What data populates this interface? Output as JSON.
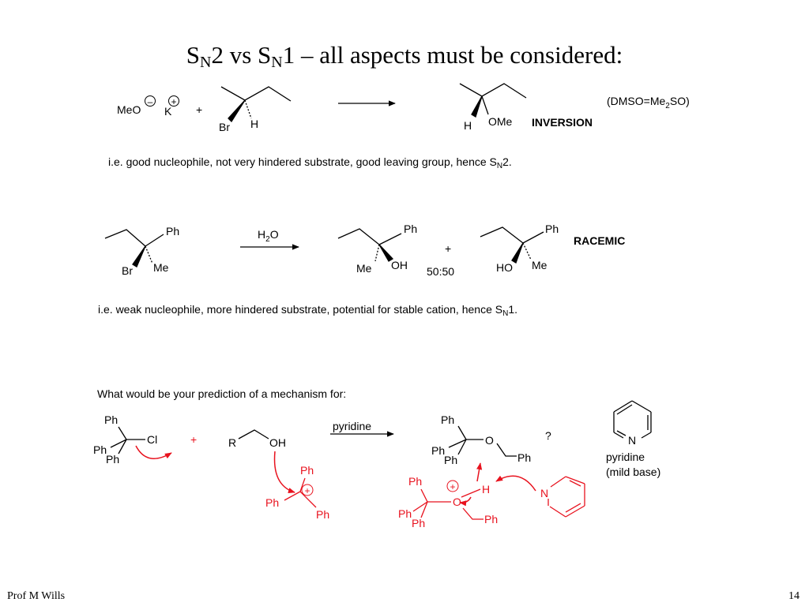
{
  "slide": {
    "title": {
      "part1": "S",
      "sub1": "N",
      "part2": "2 vs S",
      "sub2": "N",
      "part3": "1 – all aspects must be considered:"
    },
    "footer_left": "Prof M Wills",
    "page_number": "14"
  },
  "reaction1": {
    "reagent": "MeO",
    "charge_minus": "–",
    "counterion": "K",
    "charge_plus": "+",
    "plus": "+",
    "substrate_leaving_group": "Br",
    "substrate_h": "H",
    "product_h": "H",
    "product_nucleophile": "OMe",
    "outcome": "INVERSION",
    "solvent": "(DMSO=Me",
    "solvent_sub": "2",
    "solvent_end": "SO)",
    "explanation_pre": "i.e. good nucleophile, not very hindered substrate, good leaving group, hence S",
    "explanation_sub": "N",
    "explanation_post": "2."
  },
  "reaction2": {
    "substrate_ph": "Ph",
    "substrate_br": "Br",
    "substrate_me": "Me",
    "reagent_h": "H",
    "reagent_sub": "2",
    "reagent_o": "O",
    "product1_ph": "Ph",
    "product1_me": "Me",
    "product1_oh": "OH",
    "plus": "+",
    "ratio": "50:50",
    "product2_ph": "Ph",
    "product2_ho": "HO",
    "product2_me": "Me",
    "outcome": "RACEMIC",
    "explanation_pre": "i.e. weak nucleophile, more hindered substrate, potential for stable cation, hence S",
    "explanation_sub": "N",
    "explanation_post": "1."
  },
  "question": {
    "prompt": "What would be your prediction of a mechanism for:",
    "ph": "Ph",
    "cl": "Cl",
    "plus": "+",
    "r": "R",
    "oh": "OH",
    "reagent": "pyridine",
    "product_o": "O",
    "query": "?",
    "cation_plus": "+",
    "oxonium_o": "O",
    "h": "H",
    "n": "N",
    "pyridine_label": "pyridine",
    "pyridine_note": "(mild base)"
  },
  "colors": {
    "text": "#000000",
    "mechanism": "#e8121e",
    "background": "#ffffff"
  }
}
